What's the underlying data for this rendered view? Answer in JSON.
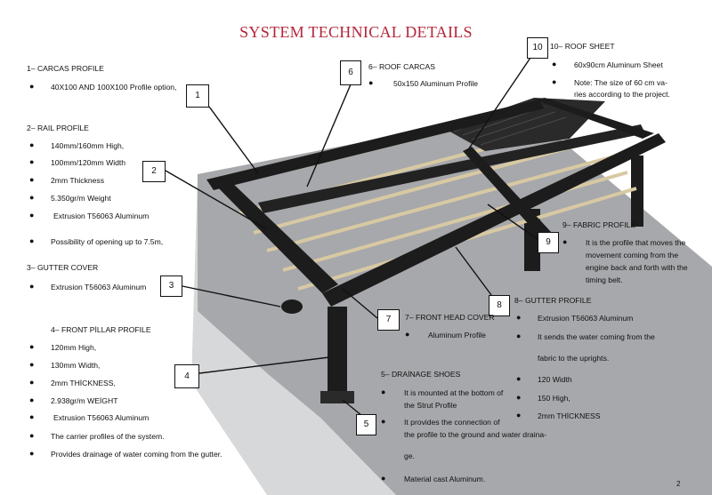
{
  "title": "SYSTEM TECHNICAL DETAILS",
  "sections": {
    "s1": {
      "head": "1– CARCAS PROFILE",
      "items": [
        "40X100 AND 100X100 Profile option,"
      ]
    },
    "s2": {
      "head": "2– RAIL PROFİLE",
      "items": [
        "140mm/160mm High,",
        "100mm/120mm Width",
        "2mm Thickness",
        "5.350gr/m Weight",
        "Extrusion T56063 Aluminum",
        "Possibility of opening up to 7.5m,"
      ]
    },
    "s3": {
      "head": "3– GUTTER COVER",
      "items": [
        "Extrusion T56063 Aluminum"
      ]
    },
    "s4": {
      "head": "4– FRONT PİLLAR PROFILE",
      "items": [
        "120mm High,",
        "130mm Width,",
        "2mm THİCKNESS,",
        "2.938gr/m WEİGHT",
        "Extrusion T56063 Aluminum",
        "The carrier profiles of the system.",
        "Provides drainage of water coming from the gutter."
      ]
    },
    "s5": {
      "head": "5– DRAİNAGE SHOES",
      "items": [
        "It is mounted at the bottom of",
        "the Strut Profile",
        "It provides the connection of",
        "the profile to the ground and water draina-",
        "ge.",
        "Material cast Aluminum."
      ]
    },
    "s6": {
      "head": "6– ROOF CARCAS",
      "items": [
        "50x150 Aluminum Profile"
      ]
    },
    "s7": {
      "head": "7– FRONT HEAD COVER",
      "items": [
        "Aluminum Profile"
      ]
    },
    "s8": {
      "head": "8– GUTTER PROFILE",
      "items": [
        "Extrusion T56063 Aluminum",
        "It sends the water coming from the",
        "fabric to the uprights.",
        "120 Width",
        "150 High,",
        "2mm THİCKNESS"
      ]
    },
    "s9": {
      "head": "9– FABRIC PROFILE",
      "items": [
        "It is the profile that moves the",
        "movement coming from the",
        "engine back and forth with the",
        "timing belt."
      ]
    },
    "s10": {
      "head": "10– ROOF SHEET",
      "items": [
        "60x90cm Aluminum Sheet",
        "Note: The size of 60 cm va-",
        "ries according to the project."
      ]
    }
  },
  "callouts": [
    "1",
    "2",
    "3",
    "4",
    "5",
    "6",
    "7",
    "8",
    "9",
    "10"
  ],
  "bullet_char": "●",
  "page_number": "2",
  "colors": {
    "title": "#b3263a",
    "frame": "#1c1c1c",
    "slat": "#d8c9a3",
    "floor": "#9b9c9f"
  }
}
